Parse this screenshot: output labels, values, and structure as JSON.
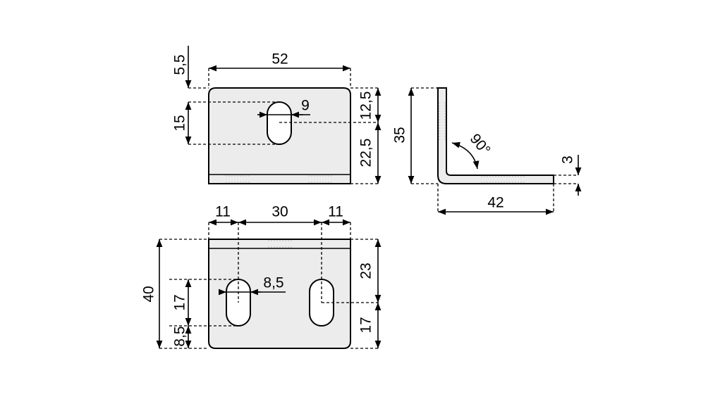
{
  "top_view": {
    "width": "52",
    "top_offset": "5,5",
    "slot_length": "15",
    "slot_width": "9",
    "right_upper": "12,5",
    "right_lower": "22,5"
  },
  "bottom_view": {
    "left_margin": "11",
    "hole_spacing": "30",
    "right_margin": "11",
    "height": "40",
    "slot_length": "17",
    "bottom_offset": "8,5",
    "slot_width": "8,5",
    "right_upper": "23",
    "right_lower": "17"
  },
  "side_view": {
    "height": "35",
    "length": "42",
    "thickness": "3",
    "angle": "90°"
  },
  "colors": {
    "part_fill": "#ececec",
    "line": "#000000"
  }
}
